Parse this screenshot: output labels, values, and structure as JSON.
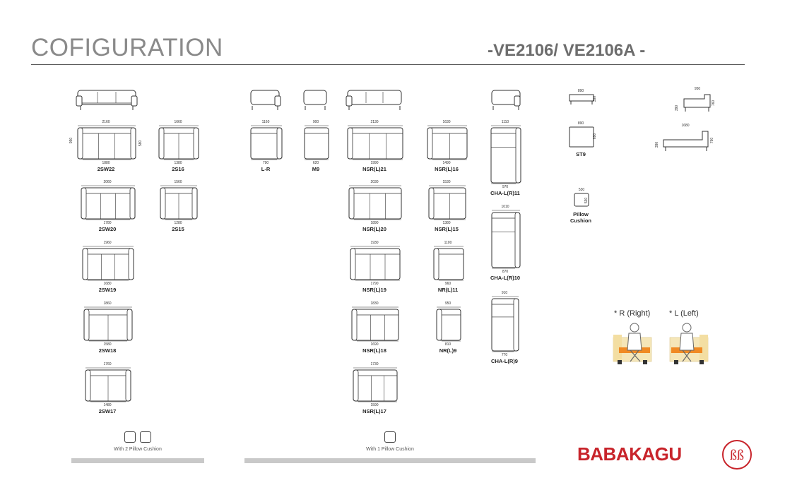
{
  "header": {
    "title": "COFIGURATION",
    "model": "-VE2106/ VE2106A -"
  },
  "models": {
    "2SW22": {
      "label": "2SW22",
      "w": "2160",
      "iw": "1880",
      "d": "950",
      "sd": "580"
    },
    "2S16": {
      "label": "2S16",
      "w": "1660",
      "iw": "1380"
    },
    "2SW20": {
      "label": "2SW20",
      "w": "2060",
      "iw": "1780"
    },
    "2S15": {
      "label": "2S15",
      "w": "1560",
      "iw": "1280"
    },
    "2SW19": {
      "label": "2SW19",
      "w": "1960",
      "iw": "1680"
    },
    "2SW18": {
      "label": "2SW18",
      "w": "1860",
      "iw": "1580"
    },
    "2SW17": {
      "label": "2SW17",
      "w": "1760",
      "iw": "1480"
    },
    "LR": {
      "label": "L-R",
      "w": "1160",
      "iw": "790"
    },
    "M9": {
      "label": "M9",
      "w": "900",
      "iw": "620"
    },
    "NSR21": {
      "label": "NSR(L)21",
      "w": "2130",
      "iw": "1990"
    },
    "NSR20": {
      "label": "NSR(L)20",
      "w": "2030",
      "iw": "1890"
    },
    "NSR19": {
      "label": "NSR(L)19",
      "w": "1930",
      "iw": "1790"
    },
    "NSR18": {
      "label": "NSR(L)18",
      "w": "1830",
      "iw": "1690"
    },
    "NSR17": {
      "label": "NSR(L)17",
      "w": "1730",
      "iw": "1590"
    },
    "NSR16": {
      "label": "NSR(L)16",
      "w": "1630",
      "iw": "1490"
    },
    "NSR15": {
      "label": "NSR(L)15",
      "w": "1530",
      "iw": "1380"
    },
    "NR11": {
      "label": "NR(L)11",
      "w": "1100",
      "iw": "960"
    },
    "NR9": {
      "label": "NR(L)9",
      "w": "950",
      "iw": "810"
    },
    "CHA11": {
      "label": "CHA-L(R)11",
      "w": "1110",
      "iw": "970"
    },
    "CHA10": {
      "label": "CHA-L(R)10",
      "w": "1010",
      "iw": "870"
    },
    "CHA9": {
      "label": "CHA-L(R)9",
      "w": "910",
      "iw": "770"
    },
    "ST9": {
      "label": "ST9",
      "w": "890",
      "top_w": "890",
      "top_h": "390",
      "d": "690"
    },
    "pillow": {
      "label": "Pillow\nCushion",
      "label1": "Pillow",
      "label2": "Cushion",
      "w": "530",
      "d": "530"
    },
    "armside": {
      "w": "950",
      "h1": "390",
      "h2": "760"
    },
    "chaiseside": {
      "w": "1680",
      "h1": "390",
      "h2": "760"
    }
  },
  "notes": {
    "two_pillow": "With 2 Pillow Cushion",
    "one_pillow": "With 1 Pillow Cushion"
  },
  "orientation": {
    "right": "* R (Right)",
    "left": "* L (Left)"
  },
  "brand": {
    "name": "BABAKAGU"
  },
  "colors": {
    "brand": "#c8242b",
    "accent_orange": "#f08a24",
    "sofa_cream": "#f5e6b8",
    "bar": "#c9c9c9"
  }
}
